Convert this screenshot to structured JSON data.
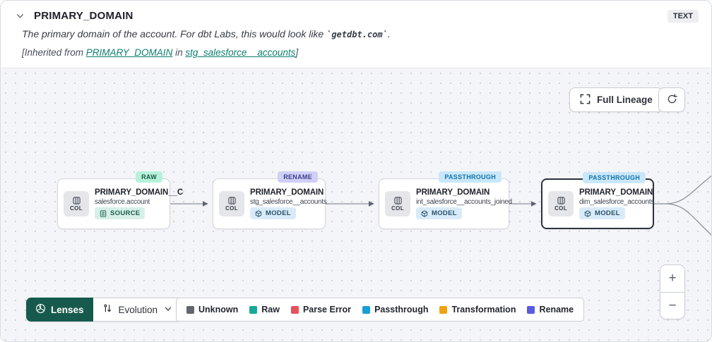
{
  "header": {
    "title": "PRIMARY_DOMAIN",
    "type_badge": "TEXT",
    "desc_prefix": "The primary domain of the account. For dbt Labs, this would look like ",
    "desc_code": "`getdbt.com`",
    "desc_suffix": ".",
    "inherited": {
      "prefix": "[Inherited from ",
      "link_column": "PRIMARY_DOMAIN",
      "middle": " in ",
      "link_model": "stg_salesforce__accounts",
      "suffix": "]"
    }
  },
  "toolbar": {
    "full_lineage_label": "Full Lineage"
  },
  "nodes": [
    {
      "title": "PRIMARY_DOMAIN__C",
      "subtitle": "salesforce.account",
      "type_label": "SOURCE",
      "tag": "RAW",
      "col_label": "COL",
      "selected": false
    },
    {
      "title": "PRIMARY_DOMAIN",
      "subtitle": "stg_salesforce__accounts",
      "type_label": "MODEL",
      "tag": "RENAME",
      "col_label": "COL",
      "selected": false
    },
    {
      "title": "PRIMARY_DOMAIN",
      "subtitle": "int_salesforce__accounts_joined",
      "type_label": "MODEL",
      "tag": "PASSTHROUGH",
      "col_label": "COL",
      "selected": false
    },
    {
      "title": "PRIMARY_DOMAIN",
      "subtitle": "dim_salesforce_accounts",
      "type_label": "MODEL",
      "tag": "PASSTHROUGH",
      "col_label": "COL",
      "selected": true
    }
  ],
  "footer": {
    "lenses_label": "Lenses",
    "lens_selected": "Evolution",
    "legend": [
      {
        "label": "Unknown",
        "color": "#63666b"
      },
      {
        "label": "Raw",
        "color": "#18a999"
      },
      {
        "label": "Parse Error",
        "color": "#e8505b"
      },
      {
        "label": "Passthrough",
        "color": "#189fd6"
      },
      {
        "label": "Transformation",
        "color": "#f0a30e"
      },
      {
        "label": "Rename",
        "color": "#5a5be0"
      }
    ],
    "zoom_in": "+",
    "zoom_out": "−"
  },
  "colors": {
    "lenses_button_bg": "#175a4d",
    "link_teal": "#0c7e6d",
    "tag_raw_bg": "#b5f2da",
    "tag_rename_bg": "#cfcff7",
    "tag_passthrough_bg": "#c9e7f9"
  }
}
